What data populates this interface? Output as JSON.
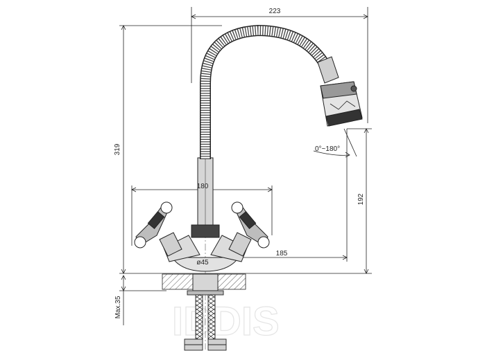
{
  "drawing": {
    "dimensions": {
      "width_top": "223",
      "height_total": "319",
      "handle_span": "180",
      "rotation": "0°~180°",
      "spout_height": "192",
      "reach": "185",
      "base_diameter": "ø45",
      "max_thickness": "Max.35"
    },
    "watermark": "IDDIS",
    "colors": {
      "line": "#222222",
      "hatch": "#555555",
      "fill_gray": "#cfcfcf",
      "dark": "#333333"
    }
  }
}
